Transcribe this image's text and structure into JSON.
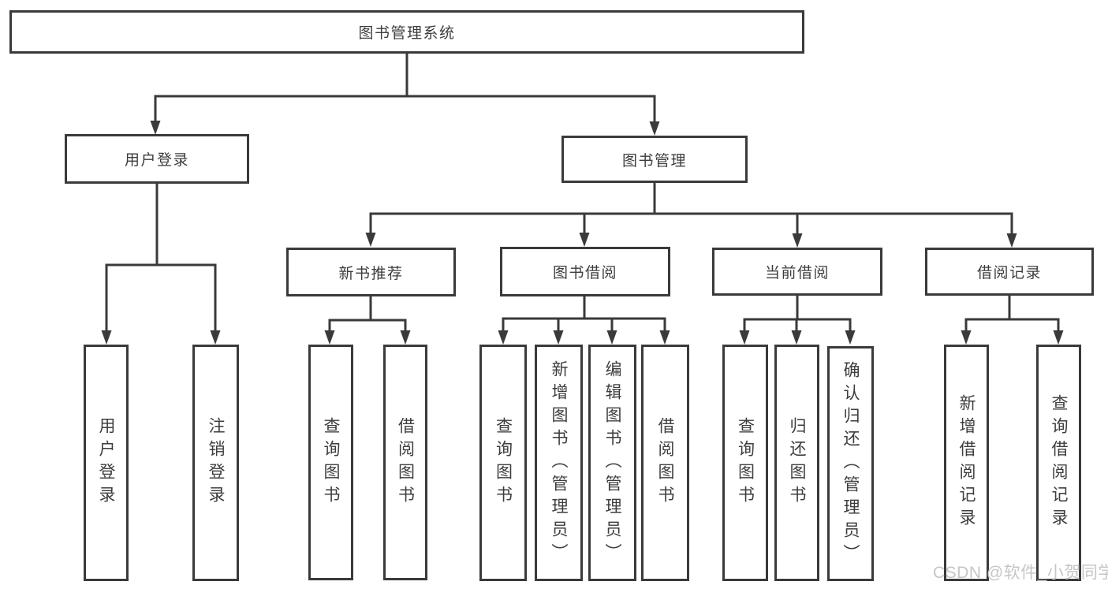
{
  "nodes": {
    "root": "图书管理系统",
    "level2": {
      "user_login": "用户登录",
      "book_mgmt": "图书管理"
    },
    "level3": {
      "new_book_rec": "新书推荐",
      "book_borrow": "图书借阅",
      "current_borrow": "当前借阅",
      "borrow_records": "借阅记录"
    },
    "leaves": {
      "user_login": [
        "用户登录",
        "注销登录"
      ],
      "new_book_rec": [
        "查询图书",
        "借阅图书"
      ],
      "book_borrow": [
        "查询图书",
        "新增图书（管理员）",
        "编辑图书（管理员）",
        "借阅图书"
      ],
      "current_borrow": [
        "查询图书",
        "归还图书",
        "确认归还（管理员）"
      ],
      "borrow_records": [
        "新增借阅记录",
        "查询借阅记录"
      ]
    }
  },
  "watermark": "CSDN @软件_小贺同学",
  "colors": {
    "line": "#3a3a3a",
    "text": "#3d3d3d",
    "watermark": "#c6c6c6",
    "background": "#ffffff"
  }
}
